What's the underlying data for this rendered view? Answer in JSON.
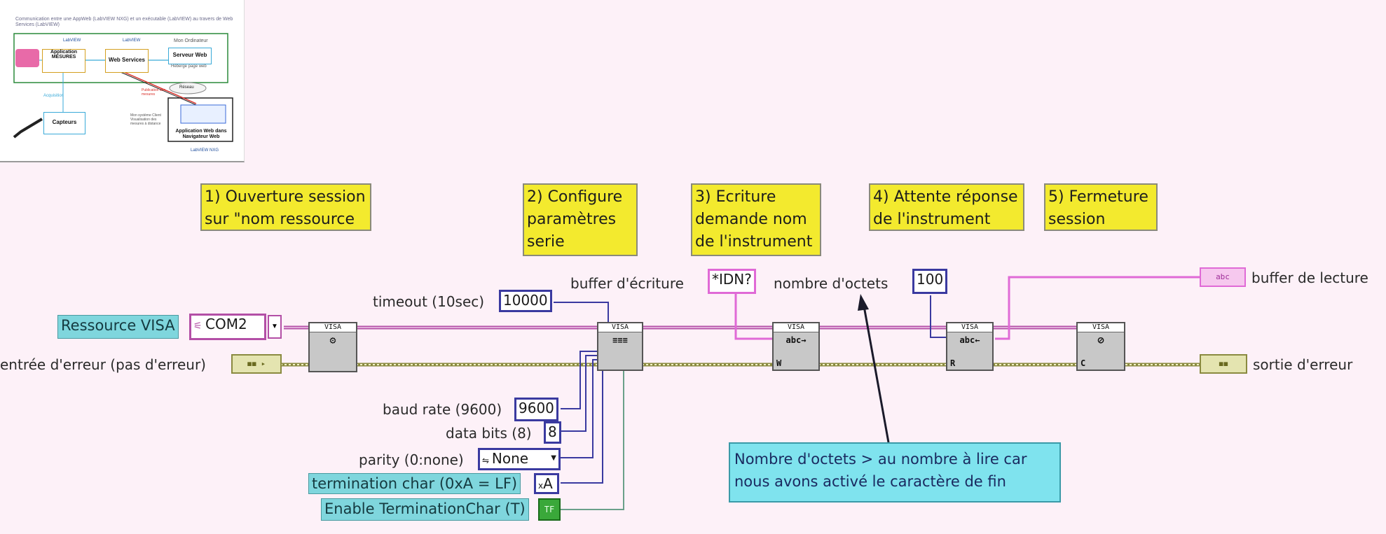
{
  "thumbnail": {
    "caption": "Communication entre une AppWeb (LabVIEW NXG) et un exécutable (LabVIEW) au travers de Web Services (LabVIEW)",
    "labview_tag": "LabVIEW",
    "pc_label": "Mon Ordinateur",
    "app_mesures": "Application MESURES",
    "web_services": "Web Services",
    "serveur_web": "Serveur Web",
    "serveur_sub": "Héberge page web",
    "acquisition": "Acquisition",
    "capteurs": "Capteurs",
    "publication": "Publication des mesures",
    "reseau": "Réseau",
    "phone_label": "Mon système Client Visualisation des mesures à distance",
    "app_web": "Application Web dans Navigateur Web",
    "labview_nxg": "LabVIEW NXG"
  },
  "notes": [
    "1) Ouverture session sur \"nom ressource",
    "2) Configure paramètres serie",
    "3) Ecriture demande nom de l'instrument",
    "4) Attente réponse de l'instrument",
    "5) Fermeture session"
  ],
  "labels": {
    "timeout": "timeout (10sec)",
    "timeout_val": "10000",
    "buffer_ecriture": "buffer d'écriture",
    "idn": "*IDN?",
    "nombre_octets": "nombre d'octets",
    "nombre_val": "100",
    "buffer_lecture": "buffer de lecture",
    "ressource": "Ressource VISA",
    "com": "COM2",
    "entree_erreur": "entrée d'erreur (pas d'erreur)",
    "sortie_erreur": "sortie d'erreur",
    "baud": "baud rate (9600)",
    "baud_val": "9600",
    "data_bits": "data bits (8)",
    "data_bits_val": "8",
    "parity": "parity (0:none)",
    "parity_val": "None",
    "term_char": "termination char (0xA = LF)",
    "term_char_val": "A",
    "enable_term": "Enable TerminationChar (T)",
    "enable_val": "TF"
  },
  "callout": "Nombre d'octets > au nombre à lire car nous avons activé le caractère de fin",
  "nodes": {
    "open_tag": "VISA",
    "write_tag": "W",
    "read_tag": "R",
    "close_tag": "C"
  },
  "colors": {
    "visa_wire": "#b34fa6",
    "error_wire": "#8a8a40",
    "num_wire": "#3a3aa0",
    "string_wire": "#e06ad6",
    "note_bg": "#f3ea2e",
    "callout_bg": "#7fe3ee"
  }
}
